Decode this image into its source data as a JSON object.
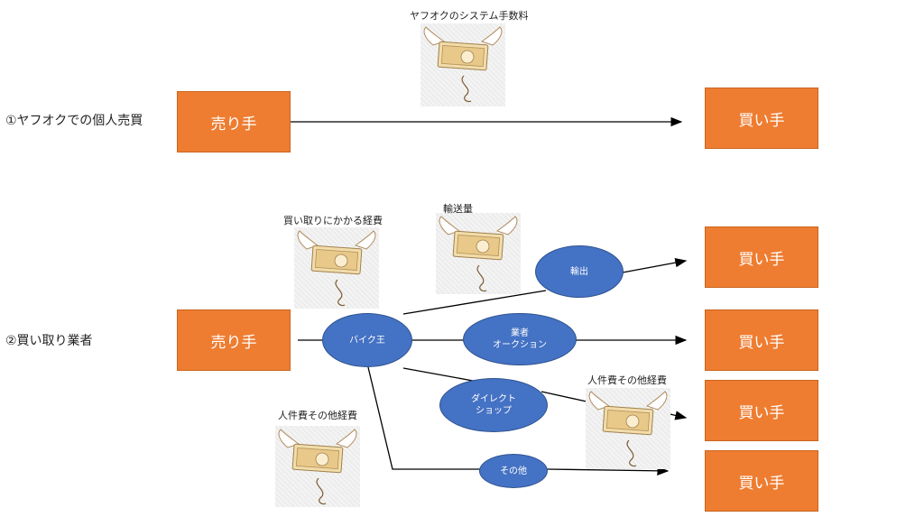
{
  "section1": {
    "label": "①ヤフオクでの個人売買"
  },
  "section2": {
    "label": "②買い取り業者"
  },
  "captions": {
    "yahoo_fee": "ヤフオクのシステム手数料",
    "purchase_cost": "買い取りにかかる経費",
    "shipping": "輸送量",
    "labor_right": "人件費その他経費",
    "labor_left": "人件費その他経費"
  },
  "boxes": {
    "seller1": "売り手",
    "buyer1": "買い手",
    "seller2": "売り手",
    "buyer_export": "買い手",
    "buyer_auction": "買い手",
    "buyer_direct": "買い手",
    "buyer_other": "買い手"
  },
  "nodes": {
    "bike_king": "バイク王",
    "export": "輸出",
    "auction_line1": "業者",
    "auction_line2": "オークション",
    "direct_line1": "ダイレクト",
    "direct_line2": "ショップ",
    "other": "その他"
  },
  "icons": {
    "money": "flying-money-icon"
  },
  "colors": {
    "box": "#ee7d31",
    "node": "#4472c4",
    "arrow": "#000000"
  }
}
